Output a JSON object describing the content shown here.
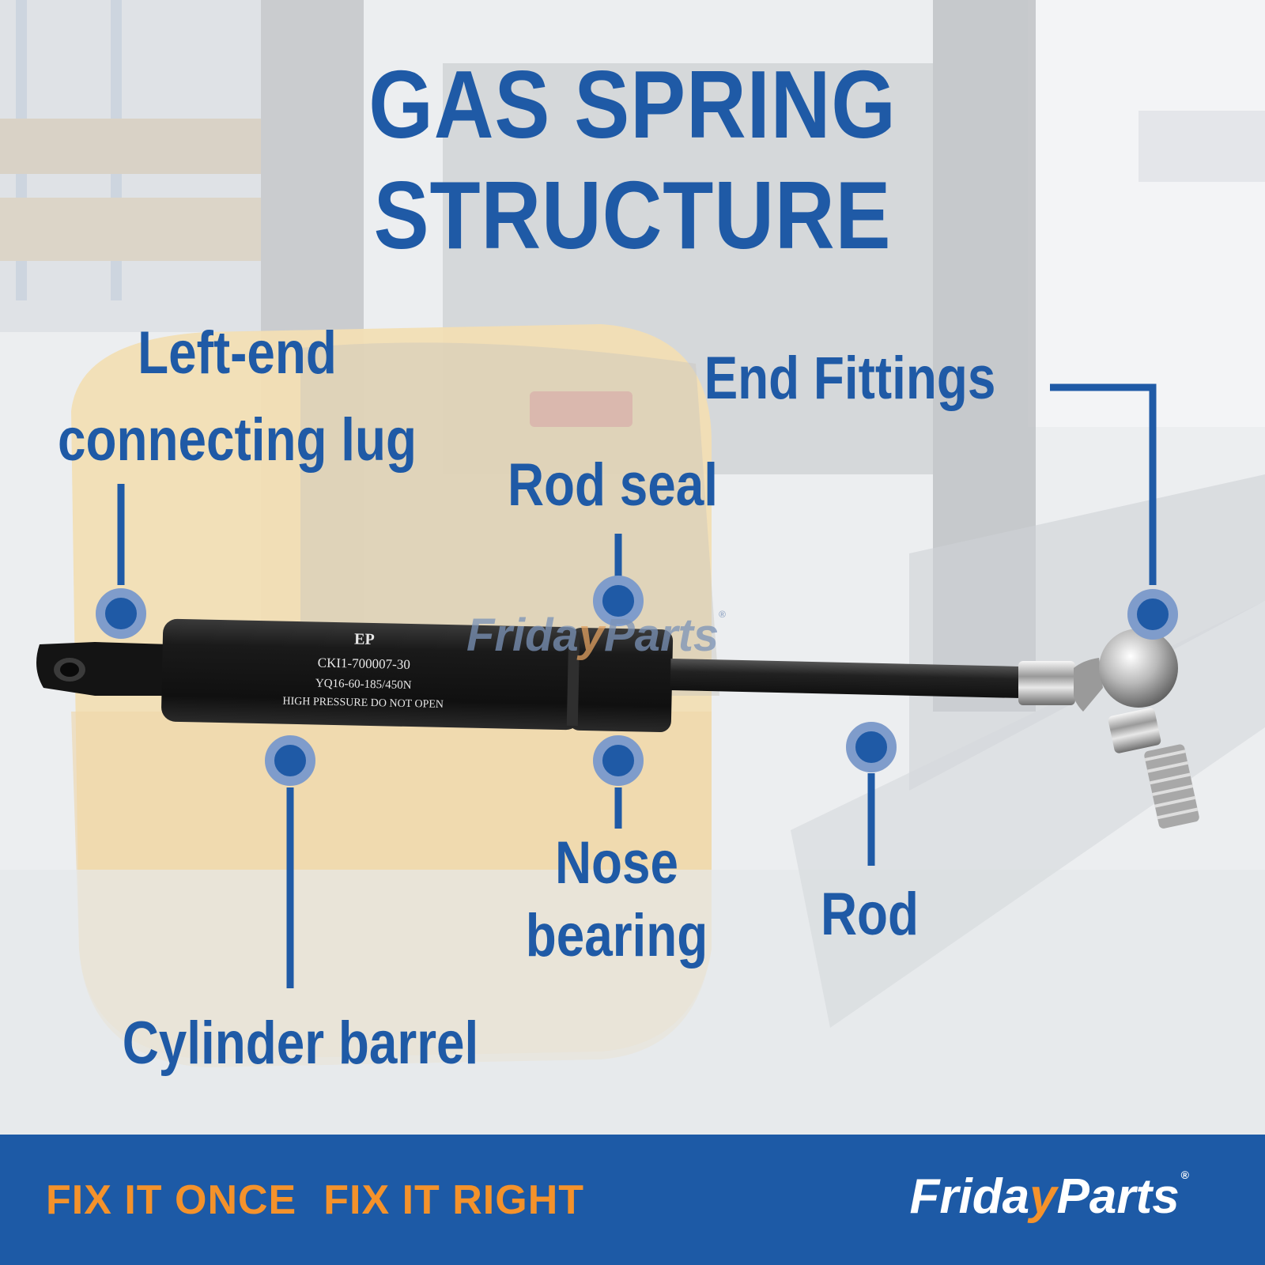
{
  "title": {
    "line1": "GAS SPRING",
    "line2": "STRUCTURE"
  },
  "labels": {
    "left_end_line1": "Left-end",
    "left_end_line2": "connecting lug",
    "end_fittings": "End Fittings",
    "rod_seal": "Rod seal",
    "nose_line1": "Nose",
    "nose_line2": "bearing",
    "rod": "Rod",
    "cylinder_barrel": "Cylinder barrel"
  },
  "product_markings": {
    "logo": "EP",
    "part_no": "CKI1-700007-30",
    "spec": "YQ16-60-185/450N",
    "warning": "HIGH PRESSURE DO NOT OPEN"
  },
  "watermark": {
    "text_a": "Frida",
    "text_y": "y",
    "text_b": "Parts",
    "reg": "®"
  },
  "footer": {
    "slogan_1": "FIX IT ONCE",
    "slogan_2": "FIX IT RIGHT",
    "brand_a": "Frida",
    "brand_y": "y",
    "brand_b": "Parts",
    "brand_reg": "®"
  },
  "colors": {
    "label_blue": "#1f5aa6",
    "footer_blue": "#1d5aa6",
    "accent_orange": "#f4922b",
    "spring_body": "#161616"
  }
}
